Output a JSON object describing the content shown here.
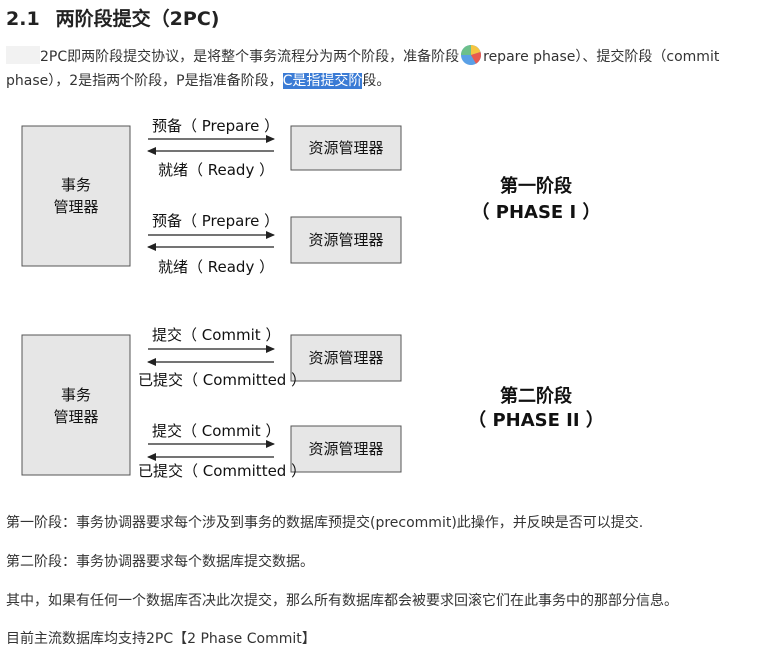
{
  "section": {
    "number": "2.1",
    "title": "两阶段提交（2PC)"
  },
  "intro": {
    "part1": "2PC即两阶段提交协议，是将整个事务流程分为两个阶段，准备阶段",
    "part2": "repare phase）、提交阶段（commit phase），2是指两个阶段，P是指准备阶段，",
    "highlight": "C是指提交阶",
    "part3": "段。",
    "inline_icon": "colorful-pie-icon"
  },
  "diagram": {
    "phase1": {
      "tm_line1": "事务",
      "tm_line2": "管理器",
      "rm1": "资源管理器",
      "rm2": "资源管理器",
      "msg_out_1": "预备（ Prepare ）",
      "msg_back_1": "就绪（ Ready ）",
      "msg_out_2": "预备（ Prepare ）",
      "msg_back_2": "就绪（ Ready ）",
      "phase_title": "第一阶段",
      "phase_sub": "（ PHASE I ）"
    },
    "phase2": {
      "tm_line1": "事务",
      "tm_line2": "管理器",
      "rm1": "资源管理器",
      "rm2": "资源管理器",
      "msg_out_1": "提交（ Commit ）",
      "msg_back_1": "已提交（ Committed ）",
      "msg_out_2": "提交（ Commit ）",
      "msg_back_2": "已提交（ Committed ）",
      "phase_title": "第二阶段",
      "phase_sub": "（ PHASE II ）"
    }
  },
  "footer": {
    "line1": "第一阶段：事务协调器要求每个涉及到事务的数据库预提交(precommit)此操作，并反映是否可以提交.",
    "line2": "第二阶段：事务协调器要求每个数据库提交数据。",
    "line3": "其中，如果有任何一个数据库否决此次提交，那么所有数据库都会被要求回滚它们在此事务中的那部分信息。",
    "line4": "目前主流数据库均支持2PC【2 Phase Commit】"
  },
  "colors": {
    "box_fill": "#e6e6e6",
    "box_stroke": "#555555",
    "highlight": "#3a7bd5"
  }
}
